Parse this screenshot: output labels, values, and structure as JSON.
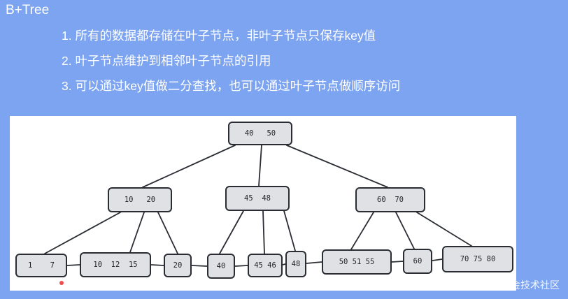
{
  "title": "B+Tree",
  "points": [
    "1. 所有的数据都存储在叶子节点，非叶子节点只保存key值",
    "2. 叶子节点维护到相邻叶子节点的引用",
    "3. 可以通过key值做二分查找，也可以通过叶子节点做顺序访问"
  ],
  "tree": {
    "root": {
      "label": "40   50"
    },
    "internal": [
      {
        "label": "10   20"
      },
      {
        "label": "45  48"
      },
      {
        "label": "60  70"
      }
    ],
    "leaves": [
      {
        "label": "1    7"
      },
      {
        "label": "10  12  15"
      },
      {
        "label": "20"
      },
      {
        "label": "40"
      },
      {
        "label": "45 46"
      },
      {
        "label": "48"
      },
      {
        "label": "50 51 55"
      },
      {
        "label": "60"
      },
      {
        "label": "70 75 80"
      }
    ]
  },
  "watermark": "@稀土掘金技术社区"
}
